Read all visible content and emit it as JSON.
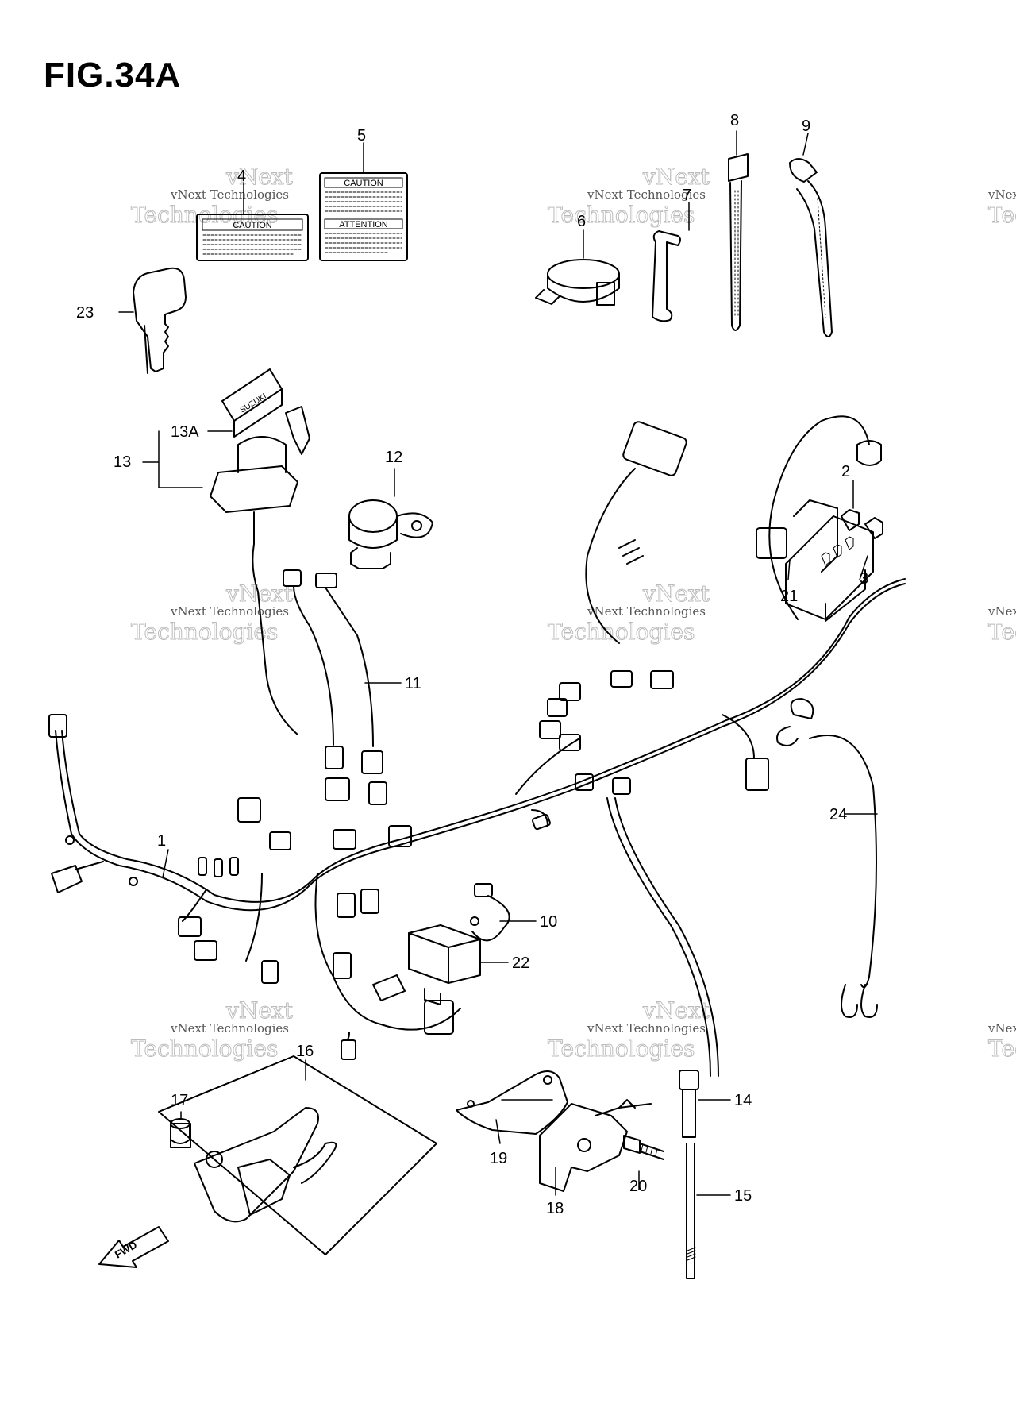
{
  "figure": {
    "title": "FIG.34A"
  },
  "callouts": [
    {
      "id": "1",
      "label": "1"
    },
    {
      "id": "2",
      "label": "2"
    },
    {
      "id": "3",
      "label": "3"
    },
    {
      "id": "4",
      "label": "4"
    },
    {
      "id": "5",
      "label": "5"
    },
    {
      "id": "6",
      "label": "6"
    },
    {
      "id": "7",
      "label": "7"
    },
    {
      "id": "8",
      "label": "8"
    },
    {
      "id": "9",
      "label": "9"
    },
    {
      "id": "10",
      "label": "10"
    },
    {
      "id": "11",
      "label": "11"
    },
    {
      "id": "12",
      "label": "12"
    },
    {
      "id": "13",
      "label": "13"
    },
    {
      "id": "13A",
      "label": "13A"
    },
    {
      "id": "14",
      "label": "14"
    },
    {
      "id": "15",
      "label": "15"
    },
    {
      "id": "16",
      "label": "16"
    },
    {
      "id": "17",
      "label": "17"
    },
    {
      "id": "18",
      "label": "18"
    },
    {
      "id": "19",
      "label": "19"
    },
    {
      "id": "20",
      "label": "20"
    },
    {
      "id": "21",
      "label": "21"
    },
    {
      "id": "22",
      "label": "22"
    },
    {
      "id": "23",
      "label": "23"
    },
    {
      "id": "24",
      "label": "24"
    }
  ],
  "labels": {
    "caution": "CAUTION",
    "attention": "ATTENTION",
    "key_brand": "SUZUKI",
    "fwd": "FWD"
  },
  "watermark": {
    "line1": "vNext Technologies",
    "line2": "vNext",
    "line3": "Technologies"
  }
}
